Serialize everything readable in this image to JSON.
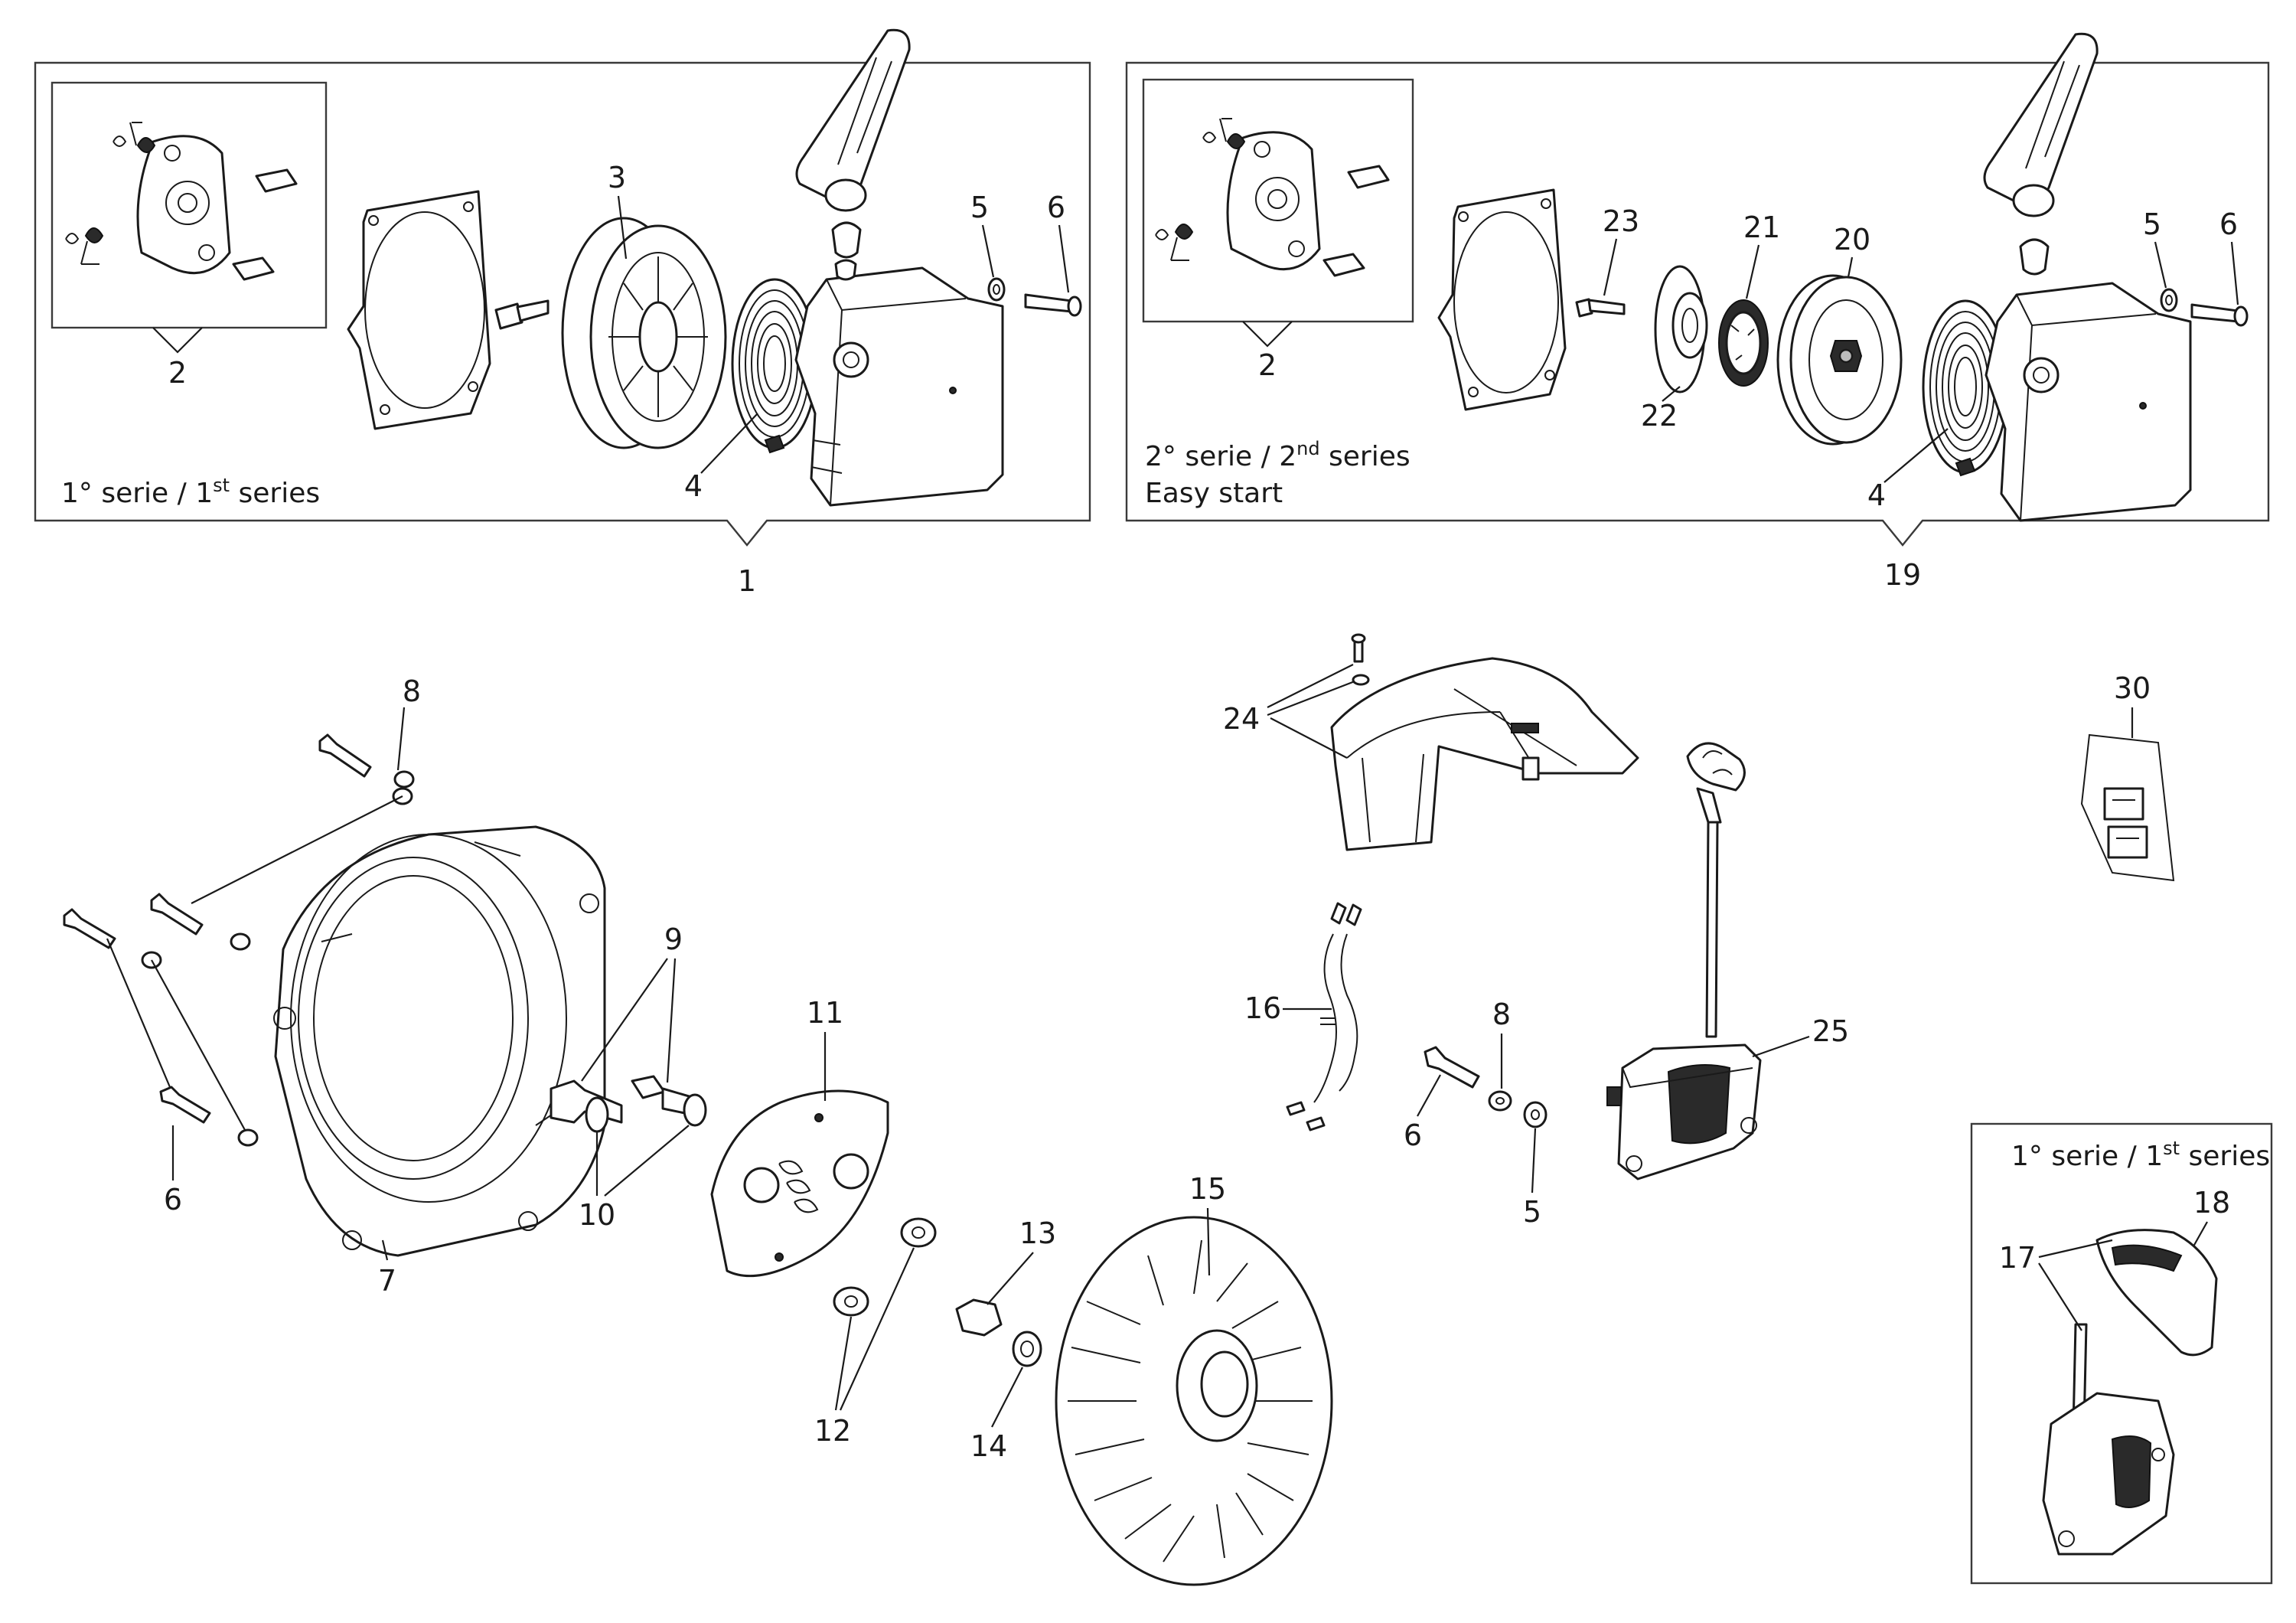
{
  "callouts": {
    "n1": "1",
    "n2a": "2",
    "n2b": "2",
    "n3": "3",
    "n4a": "4",
    "n4b": "4",
    "n5a": "5",
    "n5b": "5",
    "n5c": "5",
    "n6a": "6",
    "n6b": "6",
    "n6c": "6",
    "n6d": "6",
    "n7": "7",
    "n8a": "8",
    "n8b": "8",
    "n9": "9",
    "n10": "10",
    "n11": "11",
    "n12": "12",
    "n13": "13",
    "n14": "14",
    "n15": "15",
    "n16": "16",
    "n17": "17",
    "n18": "18",
    "n19": "19",
    "n20": "20",
    "n21": "21",
    "n22": "22",
    "n23": "23",
    "n24": "24",
    "n25": "25",
    "n30": "30"
  },
  "captions": {
    "first_series": {
      "pre": "1° serie / 1",
      "sup": "st",
      "post": " series"
    },
    "second_series": {
      "pre": "2° serie / 2",
      "sup": "nd",
      "post": " series"
    },
    "easy_start": "Easy start",
    "first_series_inset": {
      "pre": "1° serie / 1",
      "sup": "st",
      "post": " series"
    }
  },
  "colors": {
    "line": "#1a1a1a",
    "box": "#3a3a3a",
    "background": "#ffffff"
  }
}
